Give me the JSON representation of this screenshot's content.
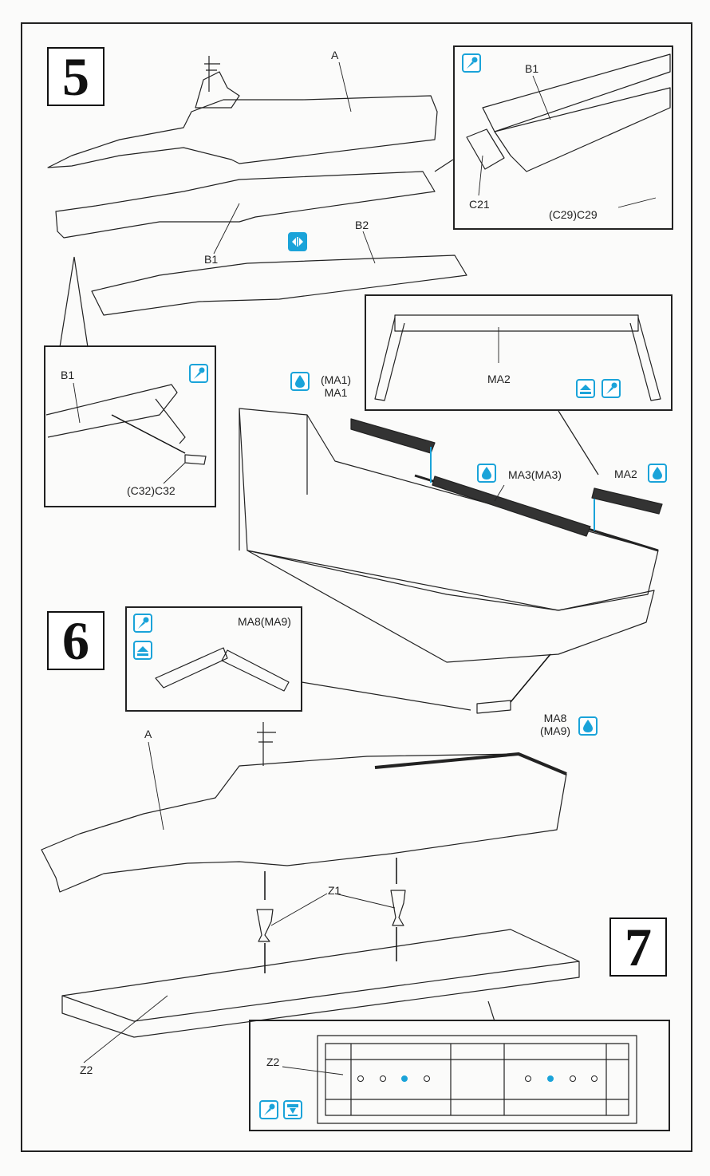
{
  "steps": {
    "s5": "5",
    "s6": "6",
    "s7": "7"
  },
  "labels": {
    "a_top": "A",
    "b1_top": "B1",
    "b2": "B2",
    "c21": "C21",
    "c29": "(C29)C29",
    "b1_inset": "B1",
    "b1_detail": "B1",
    "c32": "(C32)C32",
    "ma1_line1": "(MA1)",
    "ma1_line2": "MA1",
    "ma2_inset": "MA2",
    "ma3": "MA3(MA3)",
    "ma2": "MA2",
    "ma8_inset": "MA8(MA9)",
    "ma8_line1": "MA8",
    "ma8_line2": "(MA9)",
    "a_bottom": "A",
    "z1": "Z1",
    "z2_base": "Z2",
    "z2_inset": "Z2"
  },
  "icons": {
    "glue": "glue-icon",
    "flip": "flip-icon",
    "paint": "paint-drop-icon",
    "bend": "bend-up-icon",
    "sand": "sand-icon"
  },
  "colors": {
    "accent": "#1aa3d9",
    "line": "#222222",
    "paper": "#fbfbfa"
  }
}
